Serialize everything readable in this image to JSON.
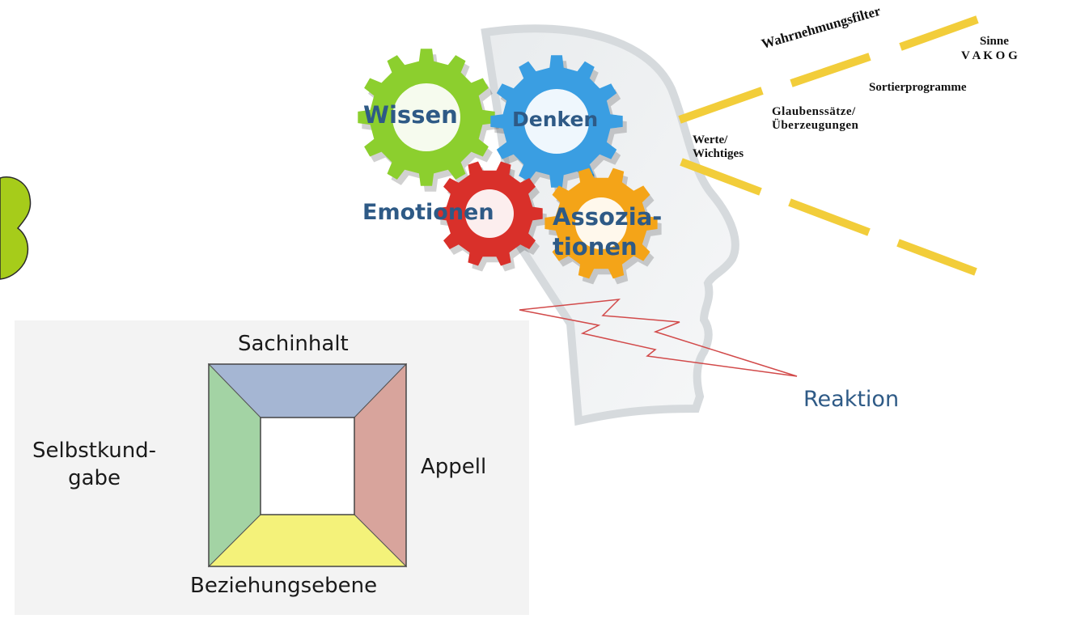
{
  "head_diagram": {
    "gears": [
      {
        "label": "Wissen",
        "color": "#8ccf2e"
      },
      {
        "label": "Denken",
        "color": "#3a9ee2"
      },
      {
        "label": "Emotionen",
        "color": "#d9302a"
      },
      {
        "label": "Assozia-\ntionen",
        "color": "#f4a418"
      }
    ],
    "filters": {
      "wahrnehmungsfilter": "Wahrnehmungsfilter",
      "sinne": "Sinne",
      "vakog": "V A K O G",
      "sortierprogramme": "Sortierprogramme",
      "glaubenssaetze": "Glaubenssätze/\nÜberzeugungen",
      "werte": "Werte/\nWichtiges"
    },
    "reaktion": "Reaktion",
    "stripe_color": "#f2cd3a",
    "bolt_color": "#d24a4a"
  },
  "blob_color": "#a6cc1a",
  "four_sides": {
    "top": "Sachinhalt",
    "left": "Selbstkund-\ngabe",
    "right": "Appell",
    "bottom": "Beziehungsebene",
    "colors": {
      "top": "#a5b6d3",
      "left": "#a3d3a4",
      "right": "#d8a49c",
      "bottom": "#f4f27a"
    }
  }
}
